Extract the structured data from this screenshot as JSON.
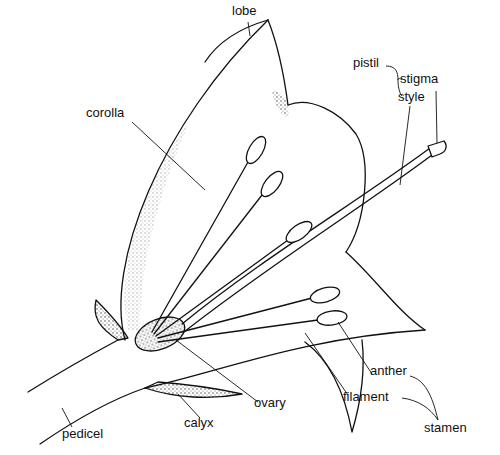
{
  "diagram": {
    "labels": [
      "lobe",
      "pistil",
      "stigma",
      "style",
      "corolla",
      "anther",
      "filament",
      "ovary",
      "stamen",
      "pedicel",
      "calyx"
    ]
  }
}
